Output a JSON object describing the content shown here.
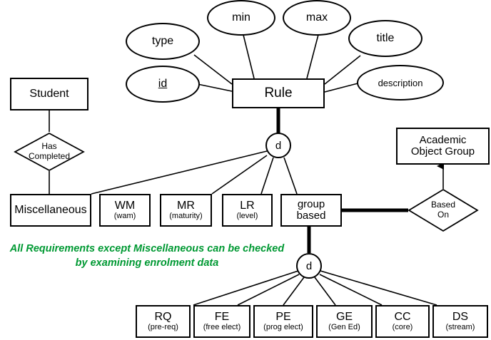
{
  "diagram": {
    "title": "Rule ER Diagram",
    "colors": {
      "line": "#000000",
      "box_fill": "#ffffff",
      "note_green": "#009933"
    },
    "entities": {
      "student": {
        "label": "Student"
      },
      "rule": {
        "label": "Rule"
      },
      "miscellaneous": {
        "label": "Miscellaneous"
      },
      "wm": {
        "label": "WM",
        "sub": "(wam)"
      },
      "mr": {
        "label": "MR",
        "sub": "(maturity)"
      },
      "lr": {
        "label": "LR",
        "sub": "(level)"
      },
      "group_based": {
        "label_line1": "group",
        "label_line2": "based"
      },
      "academic_object_group": {
        "label_line1": "Academic",
        "label_line2": "Object Group"
      },
      "rq": {
        "label": "RQ",
        "sub": "(pre-req)"
      },
      "fe": {
        "label": "FE",
        "sub": "(free elect)"
      },
      "pe": {
        "label": "PE",
        "sub": "(prog elect)"
      },
      "ge": {
        "label": "GE",
        "sub": "(Gen Ed)"
      },
      "cc": {
        "label": "CC",
        "sub": "(core)"
      },
      "ds": {
        "label": "DS",
        "sub": "(stream)"
      }
    },
    "attributes": {
      "type": {
        "label": "type"
      },
      "id": {
        "label": "id",
        "key": true
      },
      "min": {
        "label": "min"
      },
      "max": {
        "label": "max"
      },
      "title": {
        "label": "title"
      },
      "description": {
        "label": "description"
      }
    },
    "relationships": {
      "has_completed": {
        "line1": "Has",
        "line2": "Completed"
      },
      "based_on": {
        "line1": "Based",
        "line2": "On"
      }
    },
    "specializations": {
      "rule_disjoint": {
        "label": "d"
      },
      "group_disjoint": {
        "label": "d"
      }
    },
    "note": {
      "line1": "All Requirements except Miscellaneous can be checked",
      "line2": "by examining enrolment data"
    }
  }
}
